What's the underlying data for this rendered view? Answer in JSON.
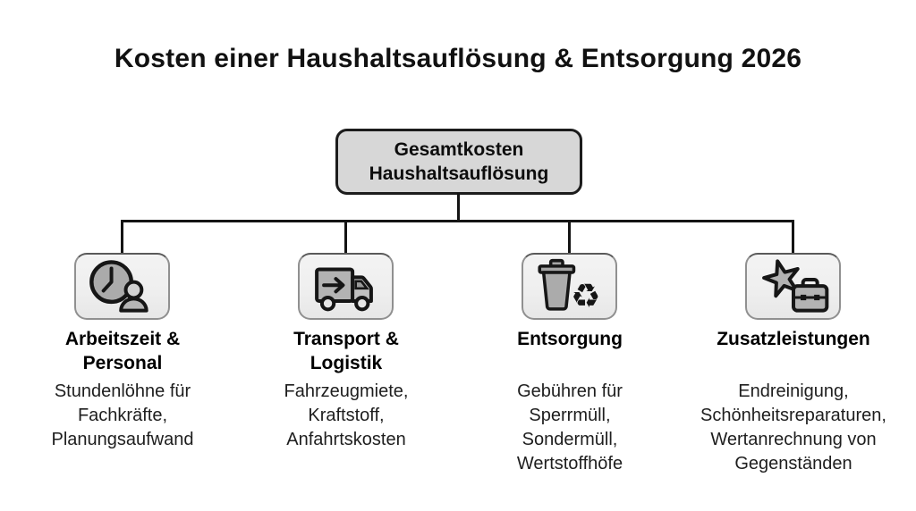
{
  "title": "Kosten einer Haushaltsauflösung & Entsorgung 2026",
  "root_node": {
    "line1": "Gesamtkosten",
    "line2": "Haushaltsauflösung"
  },
  "colors": {
    "title_text": "#111111",
    "root_fill": "#d7d7d7",
    "root_border": "#1c1c1c",
    "child_fill": "#efefef",
    "child_border": "#909090",
    "line": "#141414",
    "heading_text": "#000000",
    "desc_text": "#1e1e1e"
  },
  "nodes": [
    {
      "icon": "clock-person-icon",
      "title_lines": [
        "Arbeitszeit &",
        "Personal"
      ],
      "desc_lines": [
        "Stundenlöhne für",
        "Fachkräfte,",
        "Planungsaufwand"
      ]
    },
    {
      "icon": "truck-icon",
      "title_lines": [
        "Transport &",
        "Logistik"
      ],
      "desc_lines": [
        "Fahrzeugmiete,",
        "Kraftstoff,",
        "Anfahrtskosten"
      ]
    },
    {
      "icon": "trash-recycle-icon",
      "title_lines": [
        "Entsorgung"
      ],
      "desc_lines": [
        "Gebühren für",
        "Sperrmüll,",
        "Sondermüll,",
        "Wertstoffhöfe"
      ]
    },
    {
      "icon": "star-briefcase-icon",
      "title_lines": [
        "Zusatzleistungen"
      ],
      "desc_lines": [
        "Endreinigung,",
        "Schönheitsreparaturen,",
        "Wertanrechnung von",
        "Gegenständen"
      ]
    }
  ]
}
